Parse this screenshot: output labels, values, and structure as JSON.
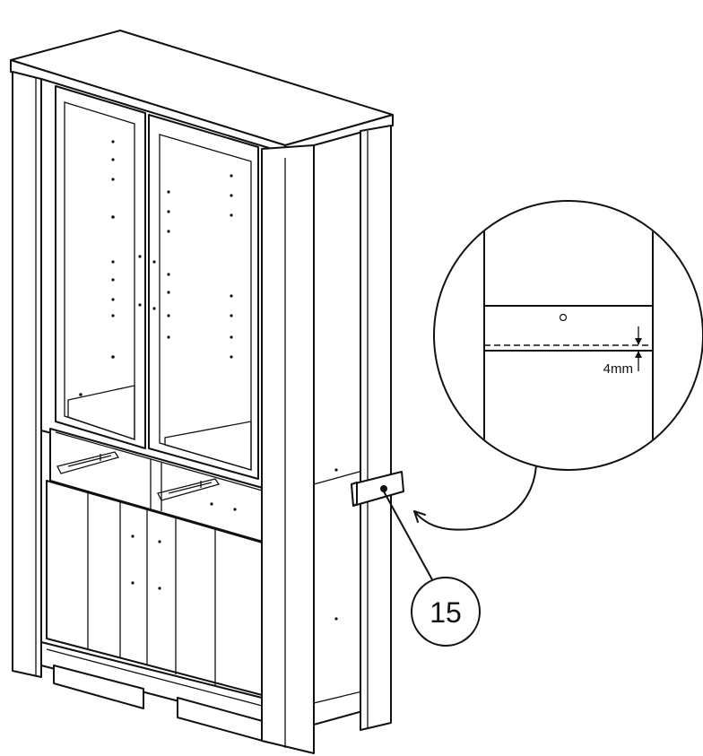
{
  "diagram": {
    "callout_number": "15",
    "detail_dimension": "4mm",
    "colors": {
      "line": "#111111",
      "background": "#ffffff"
    },
    "icons": [
      "cabinet-drawing",
      "magnifier-detail-circle",
      "curved-arrow",
      "shelf-support-part"
    ]
  }
}
